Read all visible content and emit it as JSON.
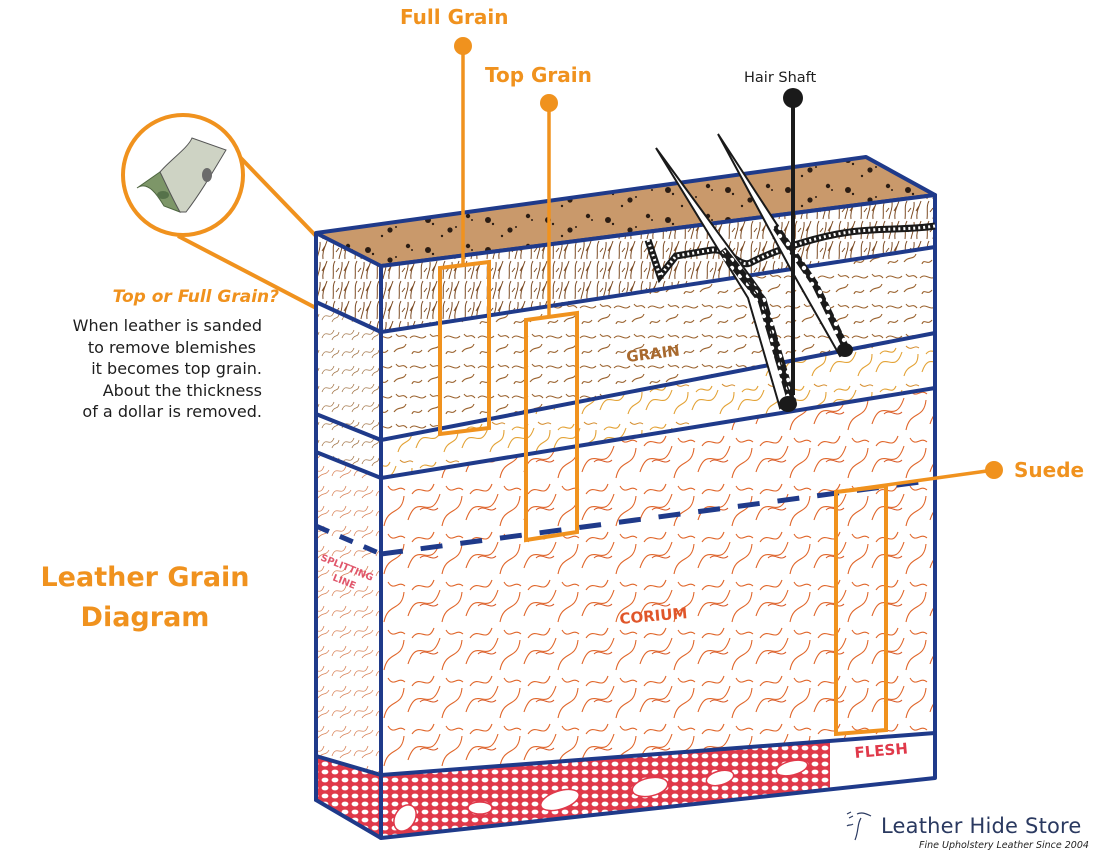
{
  "title": {
    "line1": "Leather Grain",
    "line2": "Diagram"
  },
  "callouts": {
    "full_grain": "Full Grain",
    "top_grain": "Top Grain",
    "hair_shaft": "Hair Shaft",
    "suede": "Suede"
  },
  "layers": {
    "grain": "GRAIN",
    "corium": "CORIUM",
    "flesh": "FLESH",
    "splitting_line_1": "SPLITTING",
    "splitting_line_2": "LINE"
  },
  "note": {
    "title": "Top or Full Grain?",
    "lines": [
      "When leather is sanded",
      "to remove blemishes",
      "it becomes top grain.",
      "About the thickness",
      "of a dollar is removed."
    ],
    "magnifier_content": "dollar-bill"
  },
  "logo": {
    "name": "Leather Hide Store",
    "tagline": "Fine Upholstery Leather Since 2004"
  },
  "colors": {
    "accent_orange": "#f0921e",
    "outline_navy": "#1f3a8a",
    "top_surface": "#c9996b",
    "grain_fiber": "#8a5a2b",
    "middle_fiber": "#e6a534",
    "corium_fiber": "#e06a2c",
    "flesh_red": "#e0394a",
    "hair_black": "#1a1a1a"
  }
}
